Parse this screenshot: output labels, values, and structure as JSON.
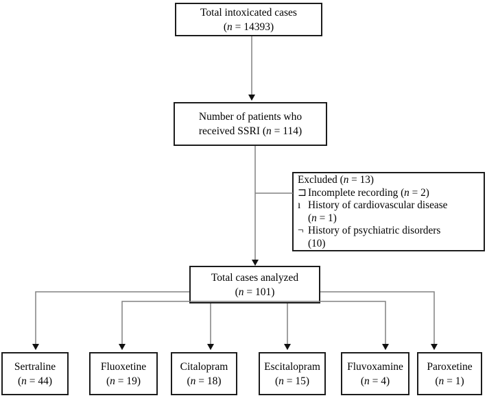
{
  "diagram": {
    "top_box": {
      "line1": "Total intoxicated cases",
      "line2": "(n = 14393)"
    },
    "ssri_box": {
      "line1": "Number of patients who",
      "line2": "received SSRI (n = 114)"
    },
    "excluded_box": {
      "title": "Excluded (n = 13)",
      "items": [
        {
          "bullet": "⊐",
          "text": "Incomplete recording (n = 2)"
        },
        {
          "bullet": "ı",
          "text": "History of cardiovascular disease",
          "cont": "(n = 1)"
        },
        {
          "bullet": "¬",
          "text": "History of psychiatric disorders",
          "cont": "(10)"
        }
      ]
    },
    "analyzed_box": {
      "line1": "Total cases analyzed",
      "line2": "(n = 101)"
    },
    "drug_boxes": [
      {
        "name": "Sertraline",
        "count": "(n = 44)"
      },
      {
        "name": "Fluoxetine",
        "count": "(n = 19)"
      },
      {
        "name": "Citalopram",
        "count": "(n = 18)"
      },
      {
        "name": "Escitalopram",
        "count": "(n = 15)"
      },
      {
        "name": "Fluvoxamine",
        "count": "(n = 4)"
      },
      {
        "name": "Paroxetine",
        "count": "(n = 1)"
      }
    ],
    "colors": {
      "background": "#ffffff",
      "box_border": "#1b1b1b",
      "connector_line": "#808080",
      "arrowhead": "#111111",
      "text": "#000000"
    }
  }
}
